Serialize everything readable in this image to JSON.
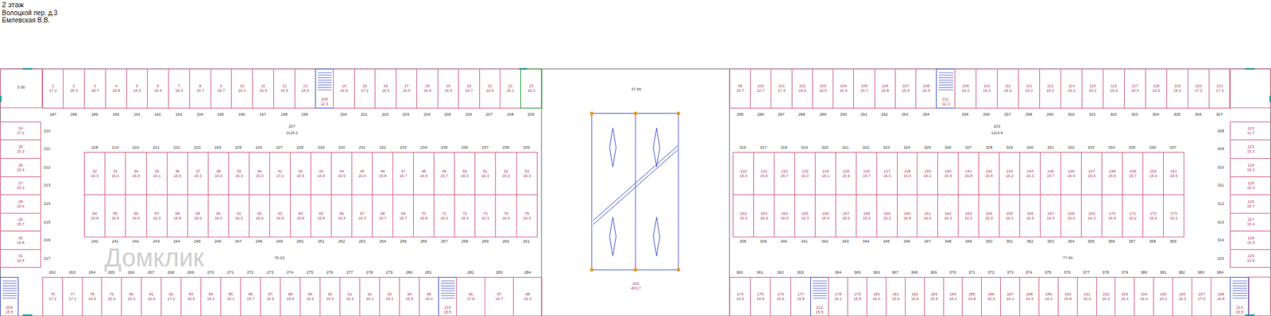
{
  "diagram": {
    "title": "2 этаж",
    "nodes": [
      {
        "text": [
          "1",
          "17.2"
        ]
      },
      {
        "text": [
          "2",
          "18.3"
        ]
      },
      {
        "text": [
          "3",
          "18.7"
        ]
      },
      {
        "text": [
          "4",
          "15.8"
        ]
      },
      {
        "text": [
          "5",
          "16.5"
        ]
      },
      {
        "text": [
          "6",
          "16.4"
        ]
      },
      {
        "text": [
          "7",
          "16.3"
        ]
      },
      {
        "text": [
          "8",
          "16.7"
        ]
      },
      {
        "text": [
          "9",
          "16.7"
        ]
      },
      {
        "text": [
          "10",
          "16.1"
        ]
      },
      {
        "text": [
          "11",
          "16.9"
        ]
      },
      {
        "text": [
          "12",
          "16.9"
        ]
      },
      {
        "text": [
          "13",
          "16.9"
        ]
      },
      {
        "text": [
          "208",
          "12.3"
        ]
      },
      {
        "text": [
          "14",
          "16.9"
        ]
      },
      {
        "text": [
          "15",
          "17.2"
        ]
      },
      {
        "text": [
          "16",
          "16.5"
        ]
      },
      {
        "text": [
          "17",
          "16.6"
        ]
      },
      {
        "text": [
          "18",
          "16.9"
        ]
      },
      {
        "text": [
          "19",
          "16.9"
        ]
      },
      {
        "text": [
          "20",
          "16.7"
        ]
      },
      {
        "text": [
          "21",
          "16.5"
        ]
      },
      {
        "text": [
          "22",
          "16.1"
        ]
      },
      {
        "text": [
          "23",
          "16.3"
        ]
      },
      {
        "text": [
          "24",
          "17.2"
        ]
      },
      {
        "text": [
          "25",
          "15.3"
        ]
      },
      {
        "text": [
          "26",
          "15.4"
        ]
      },
      {
        "text": [
          "27",
          "15.3"
        ]
      },
      {
        "text": [
          "28",
          "15.6"
        ]
      },
      {
        "text": [
          "29",
          "15.7"
        ]
      },
      {
        "text": [
          "30",
          "14.8"
        ]
      },
      {
        "text": [
          "31",
          "12.4"
        ]
      },
      {
        "text": [
          "32",
          "16.3"
        ]
      },
      {
        "text": [
          "33",
          "16.0"
        ]
      },
      {
        "text": [
          "34",
          "16.4"
        ]
      },
      {
        "text": [
          "35",
          "16.1"
        ]
      },
      {
        "text": [
          "36",
          "16.6"
        ]
      },
      {
        "text": [
          "37",
          "16.3"
        ]
      },
      {
        "text": [
          "38",
          "16.0"
        ]
      },
      {
        "text": [
          "39",
          "16.3"
        ]
      },
      {
        "text": [
          "40",
          "16.3"
        ]
      },
      {
        "text": [
          "41",
          "17.2"
        ]
      },
      {
        "text": [
          "42",
          "16.5"
        ]
      },
      {
        "text": [
          "43",
          "16.6"
        ]
      },
      {
        "text": [
          "44",
          "16.6"
        ]
      },
      {
        "text": [
          "45",
          "16.4"
        ]
      },
      {
        "text": [
          "46",
          "15.8"
        ]
      },
      {
        "text": [
          "47",
          "16.7"
        ]
      },
      {
        "text": [
          "48",
          "16.6"
        ]
      },
      {
        "text": [
          "49",
          "15.7"
        ]
      },
      {
        "text": [
          "50",
          "16.3"
        ]
      },
      {
        "text": [
          "51",
          "16.3"
        ]
      },
      {
        "text": [
          "52",
          "16.2"
        ]
      },
      {
        "text": [
          "53",
          "16.3"
        ]
      },
      {
        "text": [
          "54",
          "15.8"
        ]
      },
      {
        "text": [
          "55",
          "15.9"
        ]
      },
      {
        "text": [
          "56",
          "16.0"
        ]
      },
      {
        "text": [
          "57",
          "16.3"
        ]
      },
      {
        "text": [
          "58",
          "15.8"
        ]
      },
      {
        "text": [
          "59",
          "16.0"
        ]
      },
      {
        "text": [
          "60",
          "16.0"
        ]
      },
      {
        "text": [
          "61",
          "16.2"
        ]
      },
      {
        "text": [
          "62",
          "15.9"
        ]
      },
      {
        "text": [
          "63",
          "16.9"
        ]
      },
      {
        "text": [
          "64",
          "15.8"
        ]
      },
      {
        "text": [
          "65",
          "15.8"
        ]
      },
      {
        "text": [
          "66",
          "15.4"
        ]
      },
      {
        "text": [
          "67",
          "16.3"
        ]
      },
      {
        "text": [
          "68",
          "15.7"
        ]
      },
      {
        "text": [
          "69",
          "15.7"
        ]
      },
      {
        "text": [
          "70",
          "15.8"
        ]
      },
      {
        "text": [
          "71",
          "16.0"
        ]
      },
      {
        "text": [
          "72",
          "15.4"
        ]
      },
      {
        "text": [
          "73",
          "16.3"
        ]
      },
      {
        "text": [
          "74",
          "16.0"
        ]
      },
      {
        "text": [
          "75",
          "16.3"
        ]
      },
      {
        "text": [
          "209",
          "15.5"
        ]
      },
      {
        "text": [
          "76",
          "17.2"
        ]
      },
      {
        "text": [
          "77",
          "17.1"
        ]
      },
      {
        "text": [
          "78",
          "16.5"
        ]
      },
      {
        "text": [
          "79",
          "15.4"
        ]
      },
      {
        "text": [
          "80",
          "15.3"
        ]
      },
      {
        "text": [
          "81",
          "16.6"
        ]
      },
      {
        "text": [
          "82",
          "17.1"
        ]
      },
      {
        "text": [
          "83",
          "16.5"
        ]
      },
      {
        "text": [
          "84",
          "16.2"
        ]
      },
      {
        "text": [
          "85",
          "16.1"
        ]
      },
      {
        "text": [
          "86",
          "15.7"
        ]
      },
      {
        "text": [
          "87",
          "15.6"
        ]
      },
      {
        "text": [
          "88",
          "15.9"
        ]
      },
      {
        "text": [
          "89",
          "16.2"
        ]
      },
      {
        "text": [
          "90",
          "16.4"
        ]
      },
      {
        "text": [
          "91",
          "16.3"
        ]
      },
      {
        "text": [
          "92",
          "16.2"
        ]
      },
      {
        "text": [
          "93",
          "15.1"
        ]
      },
      {
        "text": [
          "94",
          "15.6"
        ]
      },
      {
        "text": [
          "95",
          "16.0"
        ]
      },
      {
        "text": [
          "210",
          "15.5"
        ]
      },
      {
        "text": [
          "96",
          "17.8"
        ]
      },
      {
        "text": [
          "97",
          "16.7"
        ]
      },
      {
        "text": [
          "98",
          "16.3"
        ]
      },
      {
        "text": [
          "202",
          "453.7"
        ]
      },
      {
        "text": [
          "99",
          "16.7"
        ]
      },
      {
        "text": [
          "100",
          "12.7"
        ]
      },
      {
        "text": [
          "101",
          "17.4"
        ]
      },
      {
        "text": [
          "102",
          "15.6"
        ]
      },
      {
        "text": [
          "103",
          "16.9"
        ]
      },
      {
        "text": [
          "104",
          "16.9"
        ]
      },
      {
        "text": [
          "105",
          "16.7"
        ]
      },
      {
        "text": [
          "106",
          "16.8"
        ]
      },
      {
        "text": [
          "107",
          "16.4"
        ]
      },
      {
        "text": [
          "108",
          "16.4"
        ]
      },
      {
        "text": [
          "211",
          "12.3"
        ]
      },
      {
        "text": [
          "109",
          "16.2"
        ]
      },
      {
        "text": [
          "110",
          "16.2"
        ]
      },
      {
        "text": [
          "111",
          "16.0"
        ]
      },
      {
        "text": [
          "112",
          "15.2"
        ]
      },
      {
        "text": [
          "113",
          "15.2"
        ]
      },
      {
        "text": [
          "114",
          "16.2"
        ]
      },
      {
        "text": [
          "115",
          "16.2"
        ]
      },
      {
        "text": [
          "116",
          "16.0"
        ]
      },
      {
        "text": [
          "117",
          "16.4"
        ]
      },
      {
        "text": [
          "118",
          "15.6"
        ]
      },
      {
        "text": [
          "119",
          "15.0"
        ]
      },
      {
        "text": [
          "120",
          "17.2"
        ]
      },
      {
        "text": [
          "121",
          "17.3"
        ]
      },
      {
        "text": [
          "122",
          "11.7"
        ]
      },
      {
        "text": [
          "123",
          "15.3"
        ]
      },
      {
        "text": [
          "124",
          "15.3"
        ]
      },
      {
        "text": [
          "125",
          "15.3"
        ]
      },
      {
        "text": [
          "126",
          "15.7"
        ]
      },
      {
        "text": [
          "127",
          "16.4"
        ]
      },
      {
        "text": [
          "128",
          "15.3"
        ]
      },
      {
        "text": [
          "129",
          "13.5"
        ]
      },
      {
        "text": [
          "130",
          "15.6"
        ]
      },
      {
        "text": [
          "131",
          "15.6"
        ]
      },
      {
        "text": [
          "132",
          "15.7"
        ]
      },
      {
        "text": [
          "133",
          "16.0"
        ]
      },
      {
        "text": [
          "134",
          "16.1"
        ]
      },
      {
        "text": [
          "135",
          "15.9"
        ]
      },
      {
        "text": [
          "136",
          "15.7"
        ]
      },
      {
        "text": [
          "137",
          "16.0"
        ]
      },
      {
        "text": [
          "138",
          "16.0"
        ]
      },
      {
        "text": [
          "139",
          "16.2"
        ]
      },
      {
        "text": [
          "140",
          "15.9"
        ]
      },
      {
        "text": [
          "141",
          "15.8"
        ]
      },
      {
        "text": [
          "142",
          "15.8"
        ]
      },
      {
        "text": [
          "143",
          "16.2"
        ]
      },
      {
        "text": [
          "144",
          "16.3"
        ]
      },
      {
        "text": [
          "145",
          "15.7"
        ]
      },
      {
        "text": [
          "146",
          "16.4"
        ]
      },
      {
        "text": [
          "147",
          "15.9"
        ]
      },
      {
        "text": [
          "148",
          "15.9"
        ]
      },
      {
        "text": [
          "149",
          "15.7"
        ]
      },
      {
        "text": [
          "150",
          "15.9"
        ]
      },
      {
        "text": [
          "151",
          "15.5"
        ]
      },
      {
        "text": [
          "152",
          "16.3"
        ]
      },
      {
        "text": [
          "153",
          "15.9"
        ]
      },
      {
        "text": [
          "154",
          "16.0"
        ]
      },
      {
        "text": [
          "155",
          "16.3"
        ]
      },
      {
        "text": [
          "156",
          "15.4"
        ]
      },
      {
        "text": [
          "157",
          "15.6"
        ]
      },
      {
        "text": [
          "158",
          "15.6"
        ]
      },
      {
        "text": [
          "159",
          "16.2"
        ]
      },
      {
        "text": [
          "160",
          "15.8"
        ]
      },
      {
        "text": [
          "161",
          "16.0"
        ]
      },
      {
        "text": [
          "162",
          "16.3"
        ]
      },
      {
        "text": [
          "163",
          "16.2"
        ]
      },
      {
        "text": [
          "164",
          "15.9"
        ]
      },
      {
        "text": [
          "165",
          "16.2"
        ]
      },
      {
        "text": [
          "166",
          "16.5"
        ]
      },
      {
        "text": [
          "167",
          "16.3"
        ]
      },
      {
        "text": [
          "168",
          "16.0"
        ]
      },
      {
        "text": [
          "169",
          "16.3"
        ]
      },
      {
        "text": [
          "170",
          "16.4"
        ]
      },
      {
        "text": [
          "171",
          "16.2"
        ]
      },
      {
        "text": [
          "172",
          "15.6"
        ]
      },
      {
        "text": [
          "173",
          "16.2"
        ]
      },
      {
        "text": [
          "174",
          "15.5"
        ]
      },
      {
        "text": [
          "175",
          "14.8"
        ]
      },
      {
        "text": [
          "176",
          "16.5"
        ]
      },
      {
        "text": [
          "177",
          "15.8"
        ]
      },
      {
        "text": [
          "212",
          "15.5"
        ]
      },
      {
        "text": [
          "178",
          "16.1"
        ]
      },
      {
        "text": [
          "179",
          "15.8"
        ]
      },
      {
        "text": [
          "180",
          "16.0"
        ]
      },
      {
        "text": [
          "181",
          "15.6"
        ]
      },
      {
        "text": [
          "182",
          "15.6"
        ]
      },
      {
        "text": [
          "183",
          "15.9"
        ]
      },
      {
        "text": [
          "184",
          "16.2"
        ]
      },
      {
        "text": [
          "185",
          "15.8"
        ]
      },
      {
        "text": [
          "186",
          "15.9"
        ]
      },
      {
        "text": [
          "187",
          "16.1"
        ]
      },
      {
        "text": [
          "188",
          "16.4"
        ]
      },
      {
        "text": [
          "189",
          "16.2"
        ]
      },
      {
        "text": [
          "190",
          "15.8"
        ]
      },
      {
        "text": [
          "191",
          "16.0"
        ]
      },
      {
        "text": [
          "192",
          "16.2"
        ]
      },
      {
        "text": [
          "193",
          "16.4"
        ]
      },
      {
        "text": [
          "194",
          "16.0"
        ]
      },
      {
        "text": [
          "195",
          "16.2"
        ]
      },
      {
        "text": [
          "196",
          "16.3"
        ]
      },
      {
        "text": [
          "197",
          "17.0"
        ]
      },
      {
        "text": [
          "198",
          "16.8"
        ]
      },
      {
        "text": [
          "213",
          "15.5"
        ]
      }
    ],
    "labels": [
      "Волоцкой пер. д.3",
      "Емлевская В.В.",
      "187",
      "188",
      "189",
      "190",
      "191",
      "192",
      "193",
      "194",
      "195",
      "196",
      "197",
      "198",
      "199",
      "200",
      "201",
      "202",
      "203",
      "204",
      "205",
      "206",
      "207",
      "208",
      "209",
      "210",
      "211",
      "212",
      "213",
      "214",
      "215",
      "216",
      "217",
      "218",
      "219",
      "220",
      "221",
      "222",
      "223",
      "224",
      "225",
      "226",
      "227",
      "228",
      "229",
      "230",
      "231",
      "232",
      "233",
      "234",
      "235",
      "236",
      "237",
      "238",
      "239",
      "240",
      "241",
      "242",
      "243",
      "244",
      "245",
      "246",
      "247",
      "248",
      "249",
      "250",
      "251",
      "252",
      "253",
      "254",
      "255",
      "256",
      "257",
      "258",
      "259",
      "260",
      "261",
      "262",
      "263",
      "264",
      "265",
      "266",
      "267",
      "268",
      "269",
      "270",
      "271",
      "272",
      "273",
      "274",
      "275",
      "276",
      "277",
      "278",
      "279",
      "280",
      "281",
      "282",
      "283",
      "284",
      "285",
      "286",
      "287",
      "288",
      "289",
      "290",
      "291",
      "292",
      "293",
      "294",
      "295",
      "296",
      "297",
      "298",
      "299",
      "300",
      "301",
      "302",
      "303",
      "304",
      "305",
      "306",
      "307",
      "308",
      "309",
      "310",
      "311",
      "312",
      "313",
      "314",
      "315",
      "316",
      "317",
      "318",
      "319",
      "320",
      "321",
      "322",
      "323",
      "324",
      "325",
      "326",
      "327",
      "328",
      "329",
      "330",
      "331",
      "332",
      "333",
      "334",
      "335",
      "336",
      "337",
      "338",
      "339",
      "340",
      "341",
      "342",
      "343",
      "344",
      "345",
      "346",
      "347",
      "348",
      "349",
      "350",
      "351",
      "352",
      "353",
      "354",
      "355",
      "356",
      "357",
      "358",
      "359",
      "360",
      "361",
      "362",
      "363",
      "364",
      "365",
      "366",
      "367",
      "368",
      "369",
      "370",
      "371",
      "372",
      "373",
      "374",
      "375",
      "376",
      "377",
      "378",
      "379",
      "380",
      "381",
      "382",
      "383",
      "384",
      "207",
      "1129.2",
      "203",
      "1119.8",
      "5.56",
      "37.96",
      "76.03",
      "77.96",
      "Домклик"
    ]
  }
}
